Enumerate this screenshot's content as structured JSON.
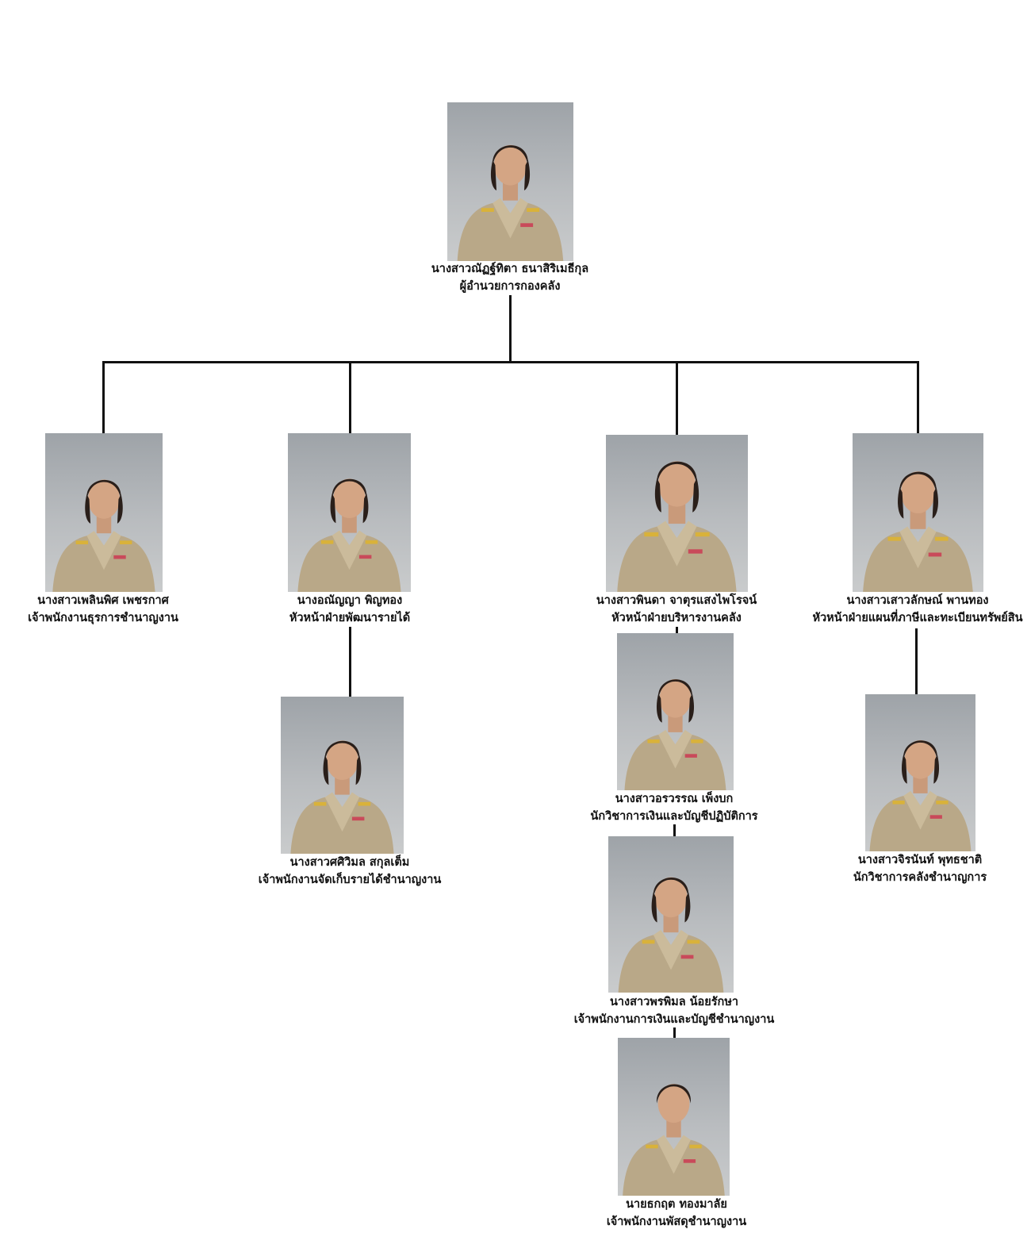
{
  "people": [
    {
      "name": "นางสาวณัฏฐ์ทิตา ธนาสิริเมธีกุล",
      "title": "ผู้อำนวยการกองคลัง",
      "photo_icon": "portrait-photo"
    },
    {
      "name": "นางสาวเพลินพิศ เพชรกาศ",
      "title": "เจ้าพนักงานธุรการชำนาญงาน",
      "photo_icon": "portrait-photo"
    },
    {
      "name": "นางอณัญญา พิญทอง",
      "title": "หัวหน้าฝ่ายพัฒนารายได้",
      "photo_icon": "portrait-photo"
    },
    {
      "name": "นางสาวพินดา จาตุรแสงไพโรจน์",
      "title": "หัวหน้าฝ่ายบริหารงานคลัง",
      "photo_icon": "portrait-photo"
    },
    {
      "name": "นางสาวเสาวลักษณ์ พานทอง",
      "title": "หัวหน้าฝ่ายแผนที่ภาษีและทะเบียนทรัพย์สิน",
      "photo_icon": "portrait-photo"
    },
    {
      "name": "นางสาวศศิวิมล สกุลเต็ม",
      "title": "เจ้าพนักงานจัดเก็บรายได้ชำนาญงาน",
      "photo_icon": "portrait-photo"
    },
    {
      "name": "นางสาวอรวรรณ เพ็งบก",
      "title": "นักวิชาการเงินและบัญชีปฏิบัติการ",
      "photo_icon": "portrait-photo"
    },
    {
      "name": "นางสาวพรพิมล น้อยรักษา",
      "title": "เจ้าพนักงานการเงินและบัญชีชำนาญงาน",
      "photo_icon": "portrait-photo"
    },
    {
      "name": "นายธกฤต ทองมาลัย",
      "title": "เจ้าพนักงานพัสดุชำนาญงาน",
      "photo_icon": "portrait-photo"
    },
    {
      "name": "นางสาวจิรนันท์ พุทธชาติ",
      "title": "นักวิชาการคลังชำนาญการ",
      "photo_icon": "portrait-photo"
    }
  ],
  "colors": {
    "connector": "#111111",
    "uniform": "#b9a888",
    "background": "#ffffff"
  }
}
